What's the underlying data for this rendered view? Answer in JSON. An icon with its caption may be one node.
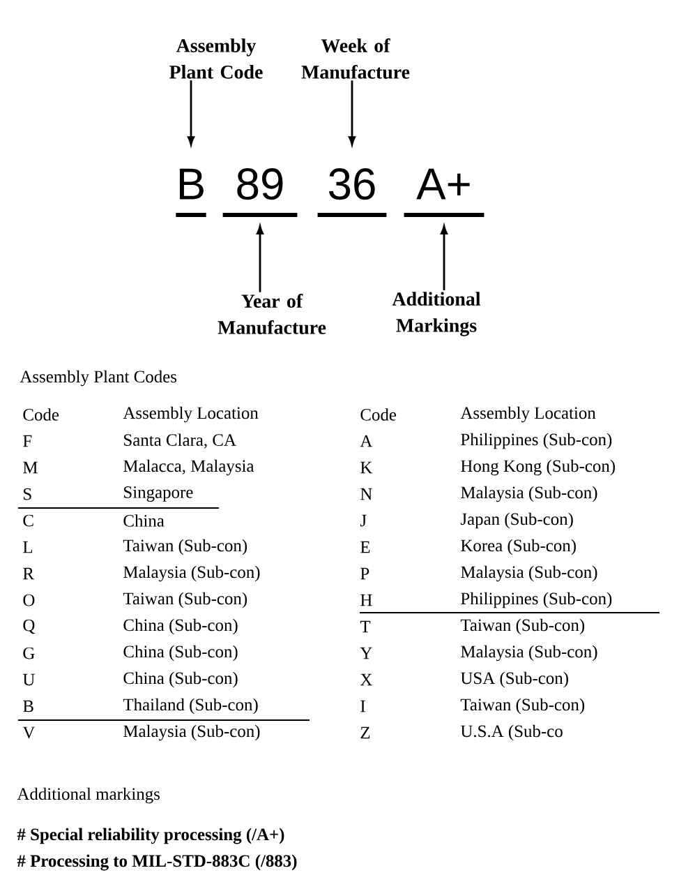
{
  "diagram": {
    "nodes": [
      {
        "text": [
          "Assembly Plant Code"
        ]
      },
      {
        "text": [
          "Week of Manufacture"
        ]
      },
      {
        "text": [
          "B"
        ]
      },
      {
        "text": [
          "89"
        ]
      },
      {
        "text": [
          "36"
        ]
      },
      {
        "text": [
          "A+"
        ]
      },
      {
        "text": [
          "Year of Manufacture"
        ]
      },
      {
        "text": [
          "Additional Markings"
        ]
      }
    ],
    "edges": [
      {
        "from": 0,
        "to": 2,
        "arrow": "to"
      },
      {
        "from": 1,
        "to": 4,
        "arrow": "to"
      },
      {
        "from": 6,
        "to": 3,
        "arrow": "to"
      },
      {
        "from": 7,
        "to": 5,
        "arrow": "to"
      }
    ],
    "labels": [
      "Assembly Plant Codes",
      "Code",
      "Assembly Location",
      "F",
      "Santa Clara, CA",
      "M",
      "Malacca, Malaysia",
      "S",
      "Singapore",
      "C",
      "China",
      "L",
      "Taiwan (Sub-con)",
      "R",
      "Malaysia (Sub-con)",
      "O",
      "Taiwan (Sub-con)",
      "Q",
      "China (Sub-con)",
      "G",
      "China (Sub-con)",
      "U",
      "China (Sub-con)",
      "B",
      "Thailand (Sub-con)",
      "V",
      "Malaysia (Sub-con)",
      "Code",
      "Assembly Location",
      "A",
      "Philippines (Sub-con)",
      "K",
      "Hong Kong (Sub-con)",
      "N",
      "Malaysia (Sub-con)",
      "J",
      "Japan (Sub-con)",
      "E",
      "Korea (Sub-con)",
      "P",
      "Malaysia (Sub-con)",
      "H",
      "Philippines (Sub-con)",
      "T",
      "Taiwan (Sub-con)",
      "Y",
      "Malaysia (Sub-con)",
      "X",
      "USA (Sub-con)",
      "I",
      "Taiwan (Sub-con)",
      "Z",
      "U.S.A (Sub-co",
      "Additional markings",
      "# Special reliability processing (/A+)",
      "# Processing to MIL-STD-883C (/883)"
    ]
  }
}
